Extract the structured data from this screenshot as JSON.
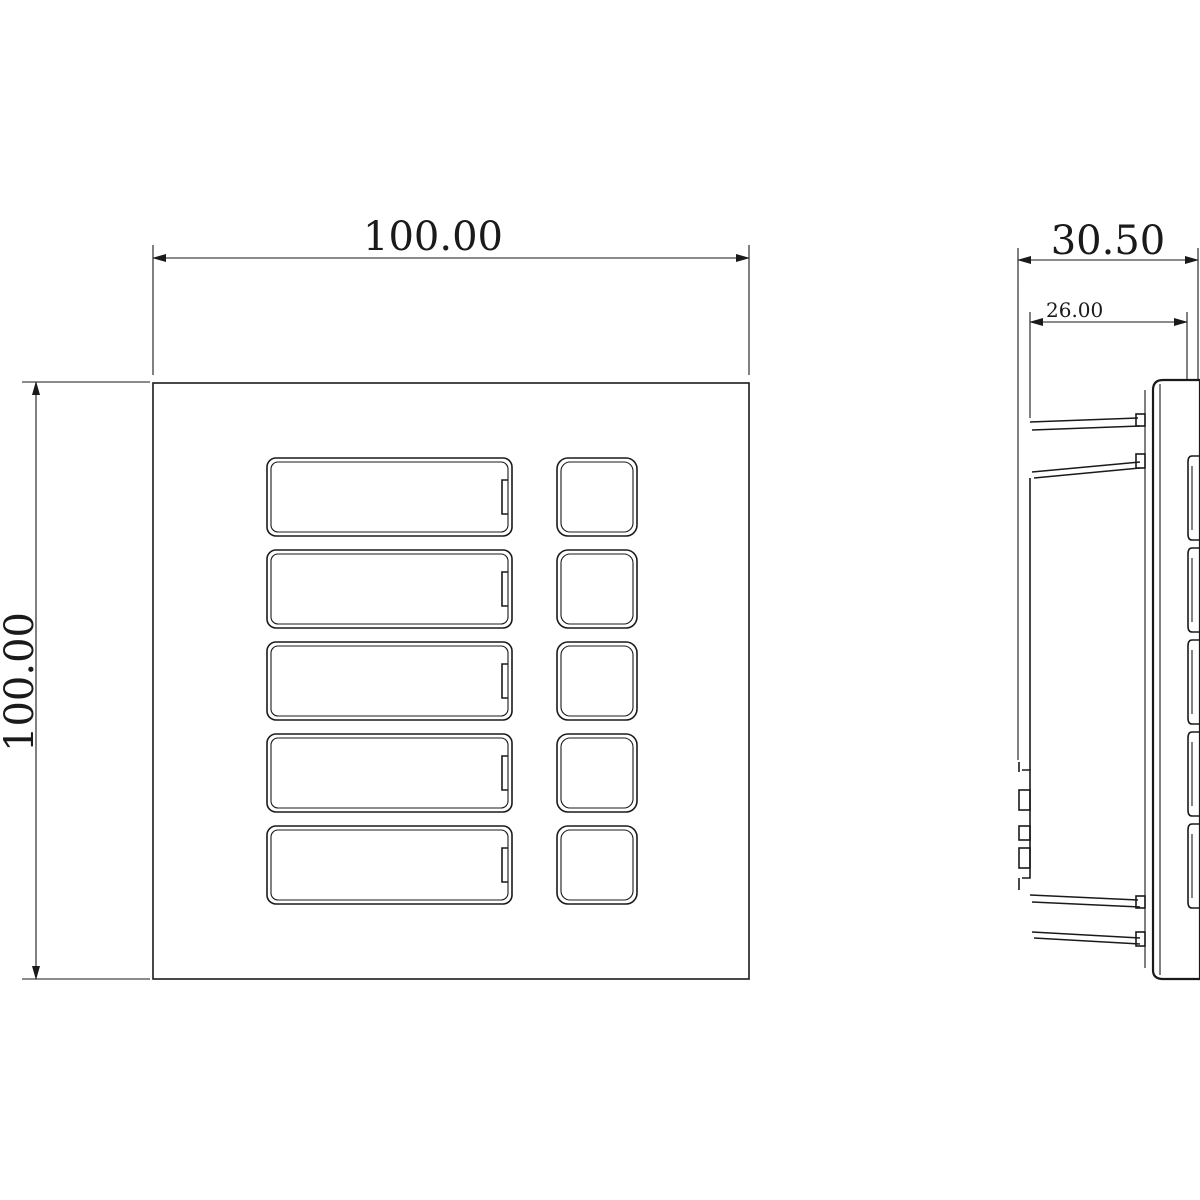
{
  "front_view": {
    "width_dimension": "100.00",
    "height_dimension": "100.00",
    "label_buttons": 5,
    "call_buttons": 5
  },
  "side_view": {
    "total_depth_dimension": "30.50",
    "body_depth_dimension": "26.00"
  },
  "colors": {
    "line": "#1a1a1a",
    "background": "#ffffff"
  }
}
